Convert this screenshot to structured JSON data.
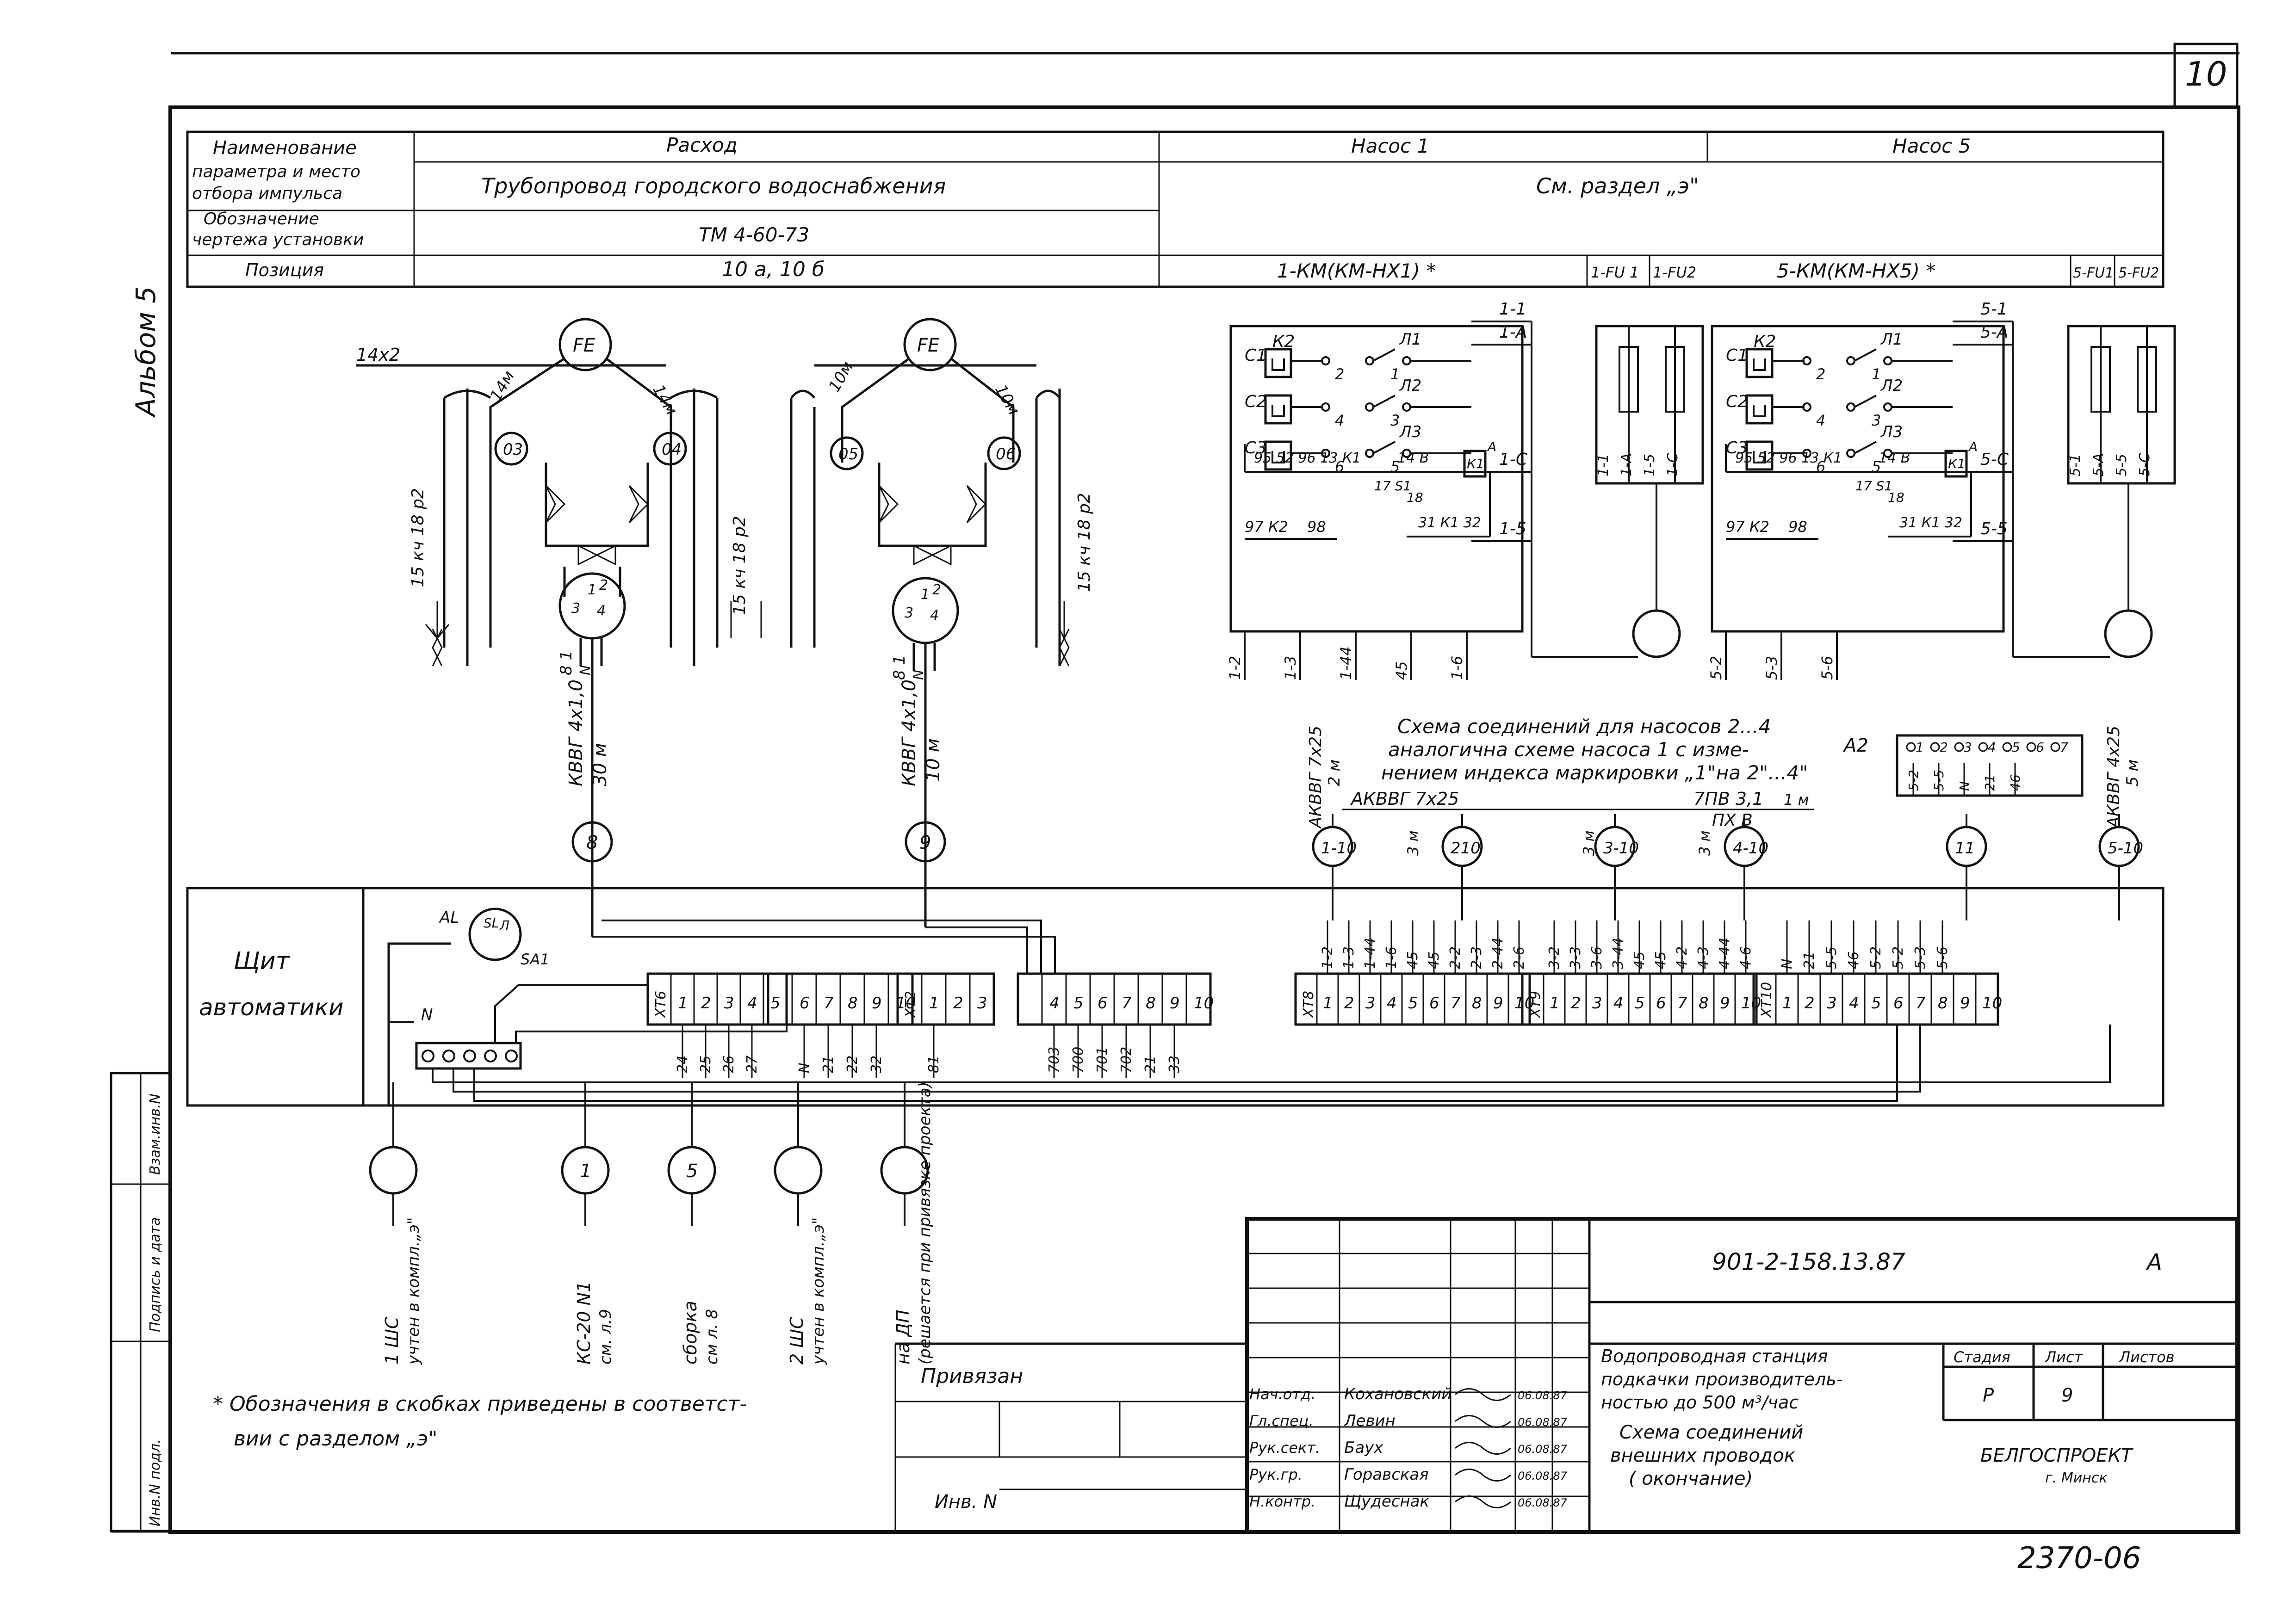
{
  "sheet": {
    "sheet_number": "10",
    "side_stamp": "Альбом 5",
    "footnote_line1": "* Обозначения в скобках приведены в соответст-",
    "footnote_line2": "вии с разделом „э\""
  },
  "header_table": {
    "row_labels": [
      "Наименование",
      "параметра и место",
      "отбора импульса",
      "Обозначение",
      "чертежа установки",
      "Позиция"
    ],
    "col_rashod": "Расход",
    "col_pump1": "Насос 1",
    "col_pump5": "Насос 5",
    "param_value": "Трубопровод      городского водоснабжения",
    "see_section": "См. раздел „э\"",
    "drawing_value": "ТМ 4-60-73",
    "position_value": "10 а, 10 б",
    "pump1_position": "1-КМ(КМ-НХ1) *",
    "pump1_fu1": "1-FU 1",
    "pump1_fu2": "1-FU2",
    "pump5_position": "5-КМ(КМ-НХ5) *",
    "pump5_fu1": "5-FU1",
    "pump5_fu2": "5-FU2"
  },
  "flow_left": {
    "fe": "FE",
    "supply": "14x2",
    "tube_l": "14м",
    "tube_r": "14м",
    "valve_l": "03",
    "valve_r": "04",
    "drain_l": "15 кч 18 р2",
    "drain_r": "15 кч 18 р2",
    "sensor_wires": "8 1",
    "sensor_n": "N",
    "port_labels": [
      "1",
      "2",
      "3",
      "4"
    ],
    "cable": "КВВГ 4х1,0",
    "length": "30 м",
    "circle": "8"
  },
  "flow_right": {
    "fe": "FE",
    "tube_l": "10м",
    "tube_r": "10м",
    "valve_l": "05",
    "valve_r": "06",
    "drain_r": "15 кч 18 р2",
    "sensor_wires": "8 1",
    "sensor_n": "N",
    "port_labels": [
      "1",
      "2",
      "3",
      "4"
    ],
    "cable": "КВВГ 4х1,0",
    "length": "10 м",
    "circle": "9"
  },
  "pump1_panel": {
    "c_labels": [
      "C1",
      "C2",
      "C3"
    ],
    "k_label": "К2",
    "l_labels": [
      "Л1",
      "Л2",
      "Л3"
    ],
    "contact_nums": [
      "2",
      "1",
      "4",
      "3",
      "6",
      "5"
    ],
    "relay": "К1",
    "bottom_left": "97 К2",
    "bottom_mid": "98",
    "thermal_row": "95  52 96 13 К1",
    "s_labels": [
      "14",
      "В",
      "17",
      "S1",
      "18"
    ],
    "relay_contacts": "31  К1  32",
    "a_label": "А",
    "outs": [
      "1-1",
      "1-А",
      "1-С",
      "1-5"
    ],
    "fuse_block_labels": [
      "1-1",
      "1-А",
      "1-5",
      "1-С"
    ],
    "down_wires": [
      "1-2",
      "1-3",
      "1-44",
      "45",
      "1-6"
    ]
  },
  "pump5_panel": {
    "c_labels": [
      "C1",
      "C2",
      "C3"
    ],
    "k_label": "К2",
    "l_labels": [
      "Л1",
      "Л2",
      "Л3"
    ],
    "contact_nums": [
      "2",
      "1",
      "4",
      "3",
      "6",
      "5"
    ],
    "relay": "К1",
    "bottom_left": "97 К2",
    "bottom_mid": "98",
    "thermal_row": "95  52 96 13 К1",
    "s_labels": [
      "14",
      "В",
      "17",
      "S1",
      "18"
    ],
    "relay_contacts": "31  К1  32",
    "a_label": "А",
    "outs": [
      "5-1",
      "5-А",
      "5-С",
      "5-5"
    ],
    "fuse_block_labels": [
      "5-1",
      "5-А",
      "5-5",
      "5-С"
    ],
    "down_wires": [
      "5-2",
      "5-3",
      "5-6"
    ]
  },
  "notes": {
    "scheme_line1": "Схема соединений   для насосов 2...4",
    "scheme_line2": "аналогична схеме насоса 1 с изме-",
    "scheme_line3": "нением индекса маркировки „1\"на 2\"...4\"",
    "cable_1_10": "АКВВГ 7х25",
    "cable_1_10_len": "2 м",
    "cable_main": "АКВВГ 7х25",
    "cable_7pv": "7ПВ 3,1",
    "cable_pkhv": "ПХ В",
    "len_1m": "1 м",
    "cable_5_10": "АКВВГ 4х25",
    "cable_5_10_len": "5 м",
    "len_3m": [
      "3 м",
      "3 м",
      "3 м"
    ],
    "a2": "А2",
    "a2_terminals": [
      "1",
      "2",
      "3",
      "4",
      "5",
      "6",
      "7"
    ],
    "a2_wires": [
      "5-2",
      "5-5",
      "N",
      "21",
      "46"
    ]
  },
  "circles_top": [
    "1-10",
    "210",
    "3-10",
    "4-10",
    "11",
    "5-10"
  ],
  "cabinet": {
    "title_line1": "Щит",
    "title_line2": "автоматики",
    "lamp_labels": [
      "АL",
      "SL",
      "Л",
      "SA1"
    ],
    "n_label": "N",
    "xt6_header": "ХТ6",
    "xt6_terminals": [
      "1",
      "2",
      "3",
      "4",
      "5",
      "6",
      "7",
      "8",
      "9",
      "10"
    ],
    "xt6_wires": [
      "24",
      "25",
      "26",
      "27",
      "N",
      "21",
      "22",
      "32"
    ],
    "xt2_header": "ХТ2",
    "xt2_terminals": [
      "1",
      "2",
      "3",
      "4",
      "5",
      "6",
      "7",
      "8",
      "9",
      "10"
    ],
    "xt2_wires": [
      "81",
      "703",
      "700",
      "701",
      "702",
      "21",
      "33"
    ],
    "xt8_header": "ХТ8",
    "xt8_top_wires": [
      "1-2",
      "1-3",
      "1-44",
      "1-6",
      "45",
      "45",
      "2-2",
      "2-3",
      "2-44",
      "2-6"
    ],
    "xt8_terminals": [
      "1",
      "2",
      "3",
      "4",
      "5",
      "6",
      "7",
      "8",
      "9",
      "10"
    ],
    "xt9_header": "ХТ9",
    "xt9_top_wires": [
      "3-2",
      "3-3",
      "3-6",
      "3-44",
      "45",
      "45",
      "4-2",
      "4-3",
      "4-44",
      "4-6"
    ],
    "xt9_terminals": [
      "1",
      "2",
      "3",
      "4",
      "5",
      "6",
      "7",
      "8",
      "9",
      "10"
    ],
    "xt10_header": "ХТ10",
    "xt10_top_wires": [
      "N",
      "21",
      "5-5",
      "46",
      "5-2",
      "5-2",
      "5-3",
      "5-6"
    ],
    "xt10_terminals": [
      "1",
      "2",
      "3",
      "4",
      "5",
      "6",
      "7",
      "8",
      "9",
      "10"
    ]
  },
  "bottom_cables": [
    {
      "circle": "",
      "line1": "1 ШС",
      "line2": "учтен в компл.„э\""
    },
    {
      "circle": "1",
      "line1": "КС-20 N1",
      "line2": "см. л.9"
    },
    {
      "circle": "5",
      "line1": "сборка",
      "line2": "см л. 8"
    },
    {
      "circle": "",
      "line1": "2 ШС",
      "line2": "учтен в компл.„э\""
    },
    {
      "circle": "",
      "line1": "на ДП",
      "line2": "(решается при привязке проекта)"
    }
  ],
  "side_columns": [
    "Инв.N подл.",
    "Подпись и дата",
    "Взам.инв.N"
  ],
  "title_block": {
    "code": "901-2-158.13.87",
    "format": "А",
    "privyazan": "Привязан",
    "inv": "Инв. N",
    "roles": [
      "Нач.отд.",
      "Гл.спец.",
      "Рук.сект.",
      "Рук.гр.",
      "Н.контр."
    ],
    "names": [
      "Кохановский",
      "Левин",
      "Баух",
      "Горавская",
      "Щудеснак"
    ],
    "dates": [
      "06.08.87",
      "06.08.87",
      "06.08.87",
      "06.08.87",
      "06.08.87"
    ],
    "project_line1": "Водопроводная   станция",
    "project_line2": "подкачки  производитель-",
    "project_line3": "ностью до 500 м³/час",
    "sheet_line1": "Схема  соединений",
    "sheet_line2": "внешних   проводок",
    "sheet_line3": "( окончание)",
    "stage_label": "Стадия",
    "sheet_label": "Лист",
    "sheets_label": "Листов",
    "stage": "Р",
    "sheet": "9",
    "org1": "БЕЛГОСПРОЕКТ",
    "org2": "г. Минск",
    "archive": "2370-06"
  }
}
